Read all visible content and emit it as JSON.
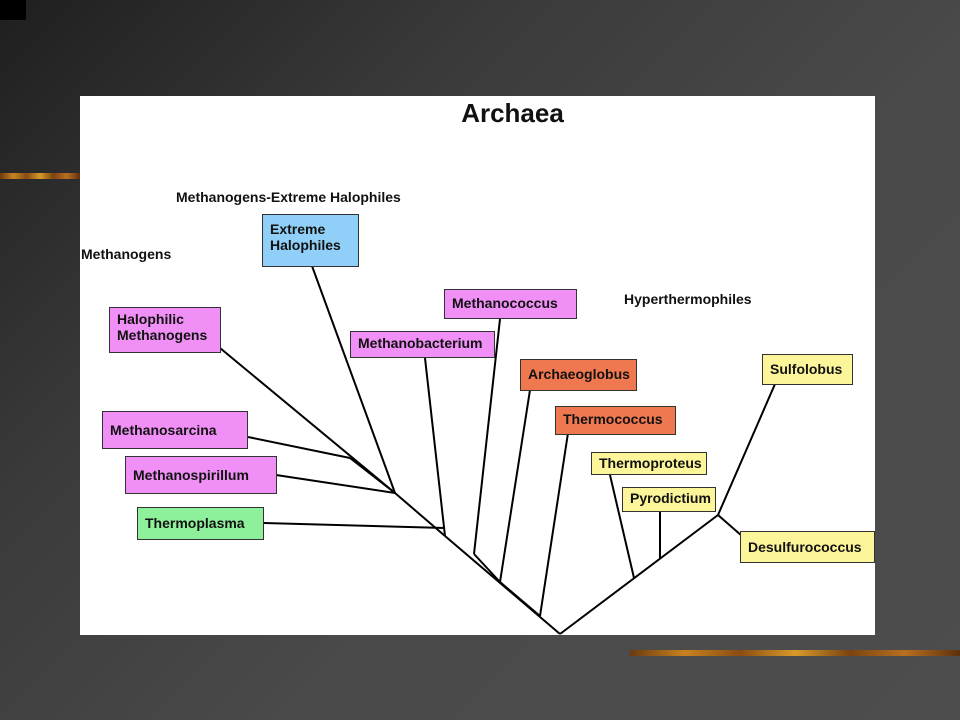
{
  "title": "Archaea",
  "group_labels": {
    "methanogens_halophiles": "Methanogens-Extreme Halophiles",
    "methanogens": "Methanogens",
    "hyperthermophiles": "Hyperthermophiles"
  },
  "nodes": {
    "extreme_halophiles": "Extreme\nHalophiles",
    "halophilic_methanogens": "Halophilic\nMethanogens",
    "methanosarcina": "Methanosarcina",
    "methanospirillum": "Methanospirillum",
    "thermoplasma": "Thermoplasma",
    "methanobacterium": "Methanobacterium",
    "methanococcus": "Methanococcus",
    "archaeoglobus": "Archaeoglobus",
    "thermococcus": "Thermococcus",
    "thermoproteus": "Thermoproteus",
    "pyrodictium": "Pyrodictium",
    "sulfolobus": "Sulfolobus",
    "desulfurococcus": "Desulfurococcus"
  },
  "colors": {
    "methanogen": "#f08ff5",
    "halophile": "#90d0f8",
    "thermoplasma": "#8ef09a",
    "euryarchaeote_thermophile": "#f07850",
    "crenarchaeote": "#fdf59a"
  }
}
